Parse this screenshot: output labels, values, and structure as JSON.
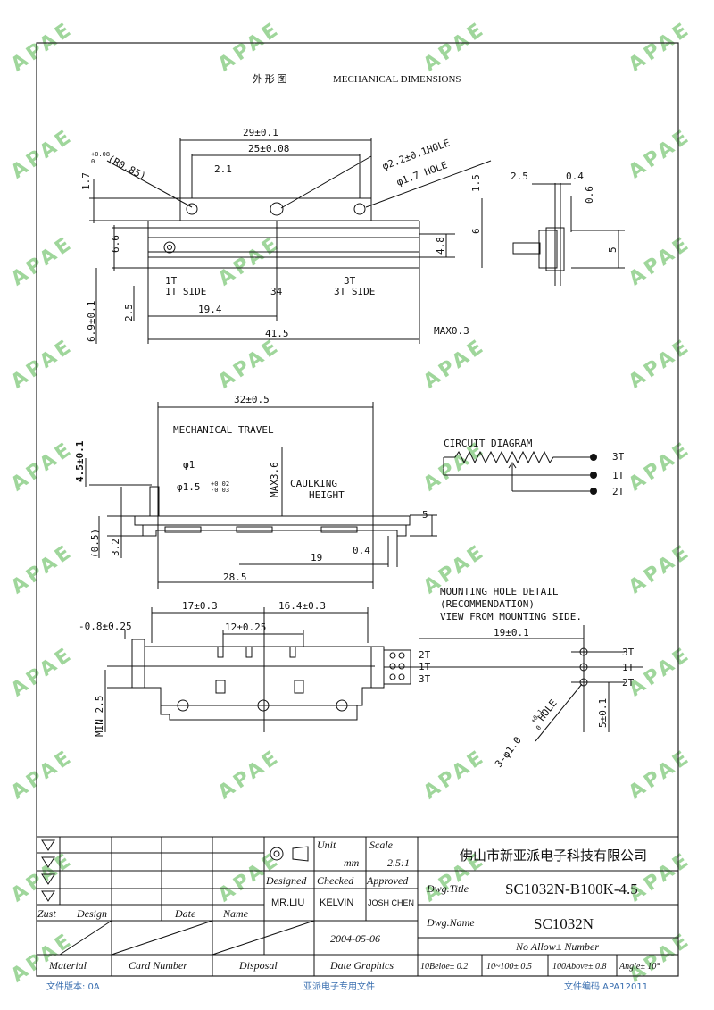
{
  "header": {
    "title_cn": "外 形 图",
    "title_en": "MECHANICAL DIMENSIONS"
  },
  "watermark": {
    "text": "APAE",
    "color": "#8fcf8a"
  },
  "top_view": {
    "dims": [
      "29±0.1",
      "25±0.08",
      "2.1",
      "(R0.85)",
      "φ2.2±0.1HOLE",
      "φ1.7 HOLE",
      "+0.08",
      "0",
      "1.7",
      "1.5",
      "6.6",
      "6.9±0.1",
      "2.5",
      "19.4",
      "41.5",
      "34",
      "4.8",
      "6",
      "MAX0.3",
      "2.5",
      "0.4",
      "0.6",
      "5"
    ],
    "labels": [
      "1T",
      "1T SIDE",
      "3T",
      "3T SIDE"
    ]
  },
  "side_view": {
    "dims": [
      "32±0.5",
      "MECHANICAL TRAVEL",
      "φ1",
      "φ1.5",
      "+0.02",
      "-0.03",
      "MAX3.6",
      "CAULKING",
      "HEIGHT",
      "4.5±0.1",
      "(0.5)",
      "3.2",
      "5",
      "19",
      "0.4",
      "28.5"
    ],
    "circuit_title": "CIRCUIT DIAGRAM",
    "terminals": [
      "3T",
      "1T",
      "2T"
    ]
  },
  "bottom_view": {
    "dims": [
      "17±0.3",
      "16.4±0.3",
      "12±0.25",
      "-0.8±0.25",
      "MIN 2.5"
    ],
    "terminals": [
      "2T",
      "1T",
      "3T"
    ]
  },
  "mounting": {
    "title1": "MOUNTING HOLE DETAIL",
    "title2": "(RECOMMENDATION)",
    "title3": "VIEW FROM MOUNTING SIDE.",
    "dims": [
      "19±0.1",
      "5±0.1",
      "3-φ1.0",
      "+0.1",
      "0",
      "HOLE"
    ],
    "terminals": [
      "3T",
      "1T",
      "2T"
    ]
  },
  "title_block": {
    "company": "佛山市新亚派电子科技有限公司",
    "unit_label": "Unit",
    "unit": "mm",
    "scale_label": "Scale",
    "scale": "2.5:1",
    "designed_label": "Designed",
    "checked_label": "Checked",
    "approved_label": "Approved",
    "designed": "MR.LIU",
    "checked": "KELVIN",
    "approved": "JOSH CHEN",
    "dwg_title_label": "Dwg.Title",
    "dwg_title": "SC1032N-B100K-4.5",
    "dwg_name_label": "Dwg.Name",
    "dwg_name": "SC1032N",
    "zust": "Zust",
    "design": "Design",
    "date": "Date",
    "name": "Name",
    "date_value": "2004-05-06",
    "no_allow": "No Allow± Number",
    "material": "Material",
    "card_number": "Card Number",
    "disposal": "Disposal",
    "date_graphics": "Date Graphics",
    "tol1": "10Beloe± 0.2",
    "tol2": "10~100± 0.5",
    "tol3": "100Above± 0.8",
    "angle": "Angle± 10°"
  },
  "footer": {
    "version": "文件版本: 0A",
    "center": "亚派电子专用文件",
    "code": "文件编码 APA12011"
  }
}
